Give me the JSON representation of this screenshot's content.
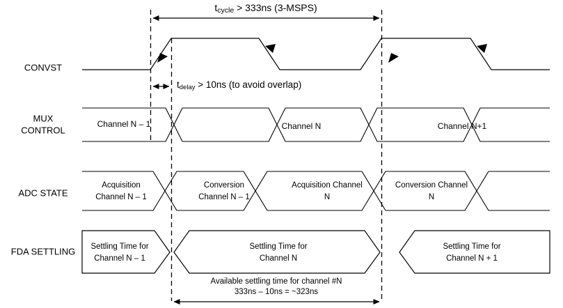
{
  "diagram": {
    "title": "ADC multiplexed timing diagram",
    "colors": {
      "line": "#000000",
      "background": "#ffffff"
    },
    "row_labels": {
      "convst": "CONVST",
      "mux_line1": "MUX",
      "mux_line2": "CONTROL",
      "adc_state": "ADC STATE",
      "fda_settling": "FDA SETTLING"
    },
    "annotations": {
      "t_cycle": {
        "base": "t",
        "sub": "cycle",
        "rest": " > 333ns (3-MSPS)"
      },
      "t_delay": {
        "base": "t",
        "sub": "delay",
        "rest": " > 10ns (to avoid overlap)"
      },
      "available_line1": "Available settling time for channel #N",
      "available_line2": "333ns – 10ns = ~323ns"
    },
    "mux_control": [
      {
        "label": "Channel N – 1"
      },
      {
        "label": "Channel N"
      },
      {
        "label": "Channel N+1"
      }
    ],
    "adc_state": [
      {
        "line1": "Acquisition",
        "line2": "Channel N – 1"
      },
      {
        "line1": "Conversion",
        "line2": "Channel N – 1"
      },
      {
        "line1": "Acquisition  Channel",
        "line2": "N"
      },
      {
        "line1": "Conversion  Channel",
        "line2": "N"
      }
    ],
    "fda_settling": [
      {
        "line1": "Settling Time for",
        "line2": "Channel N – 1"
      },
      {
        "line1": "Settling Time for",
        "line2": "Channel N"
      },
      {
        "line1": "Settling Time for",
        "line2": "Channel N + 1"
      }
    ]
  }
}
